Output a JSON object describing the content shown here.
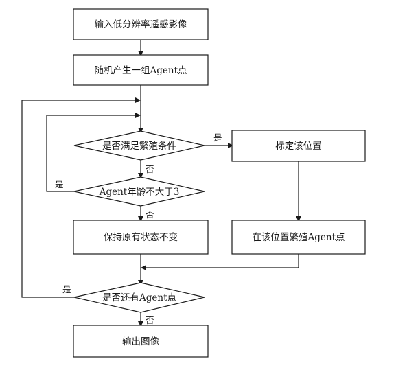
{
  "nodes": {
    "input_image": "输入低分辨率遥感影像",
    "generate_agents": "随机产生一组Agent点",
    "check_condition": "是否满足繁殖条件",
    "mark_position": "标定该位置",
    "check_age": "Agent年龄不大于3",
    "keep_state": "保持原有状态不变",
    "breed_agent": "在该位置繁殖Agent点",
    "check_remaining": "是否还有Agent点",
    "output_image": "输出图像"
  },
  "edge_labels": {
    "condition_yes": "是",
    "condition_no": "否",
    "age_yes": "是",
    "age_no": "否",
    "remaining_yes": "是",
    "remaining_no": "否"
  }
}
